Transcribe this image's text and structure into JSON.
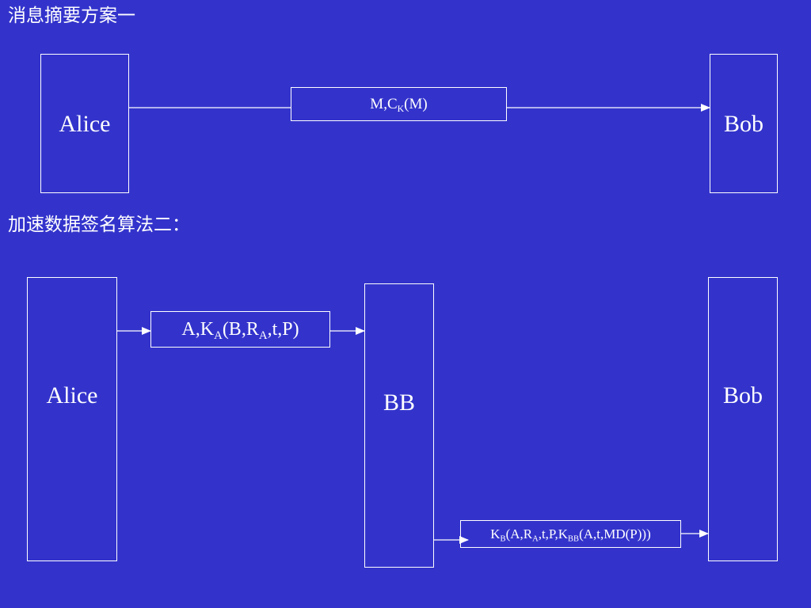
{
  "scheme1": {
    "heading": "消息摘要方案一",
    "alice": "Alice",
    "bob": "Bob",
    "message": [
      {
        "t": "M,C"
      },
      {
        "t": "K",
        "sub": true
      },
      {
        "t": "(M)"
      }
    ]
  },
  "scheme2": {
    "heading": "加速数据签名算法二：",
    "alice": "Alice",
    "bb": "BB",
    "bob": "Bob",
    "message1": [
      {
        "t": "A,K"
      },
      {
        "t": "A",
        "sub": true
      },
      {
        "t": "(B,R"
      },
      {
        "t": "A",
        "sub": true
      },
      {
        "t": ",t,P)"
      }
    ],
    "message2": [
      {
        "t": "K"
      },
      {
        "t": "B",
        "sub": true
      },
      {
        "t": "(A,R"
      },
      {
        "t": "A",
        "sub": true
      },
      {
        "t": ",t,P,K"
      },
      {
        "t": "BB",
        "sub": true
      },
      {
        "t": "(A,t,MD(P)))"
      }
    ]
  },
  "colors": {
    "background": "#3333cc",
    "foreground": "#ffffff"
  }
}
